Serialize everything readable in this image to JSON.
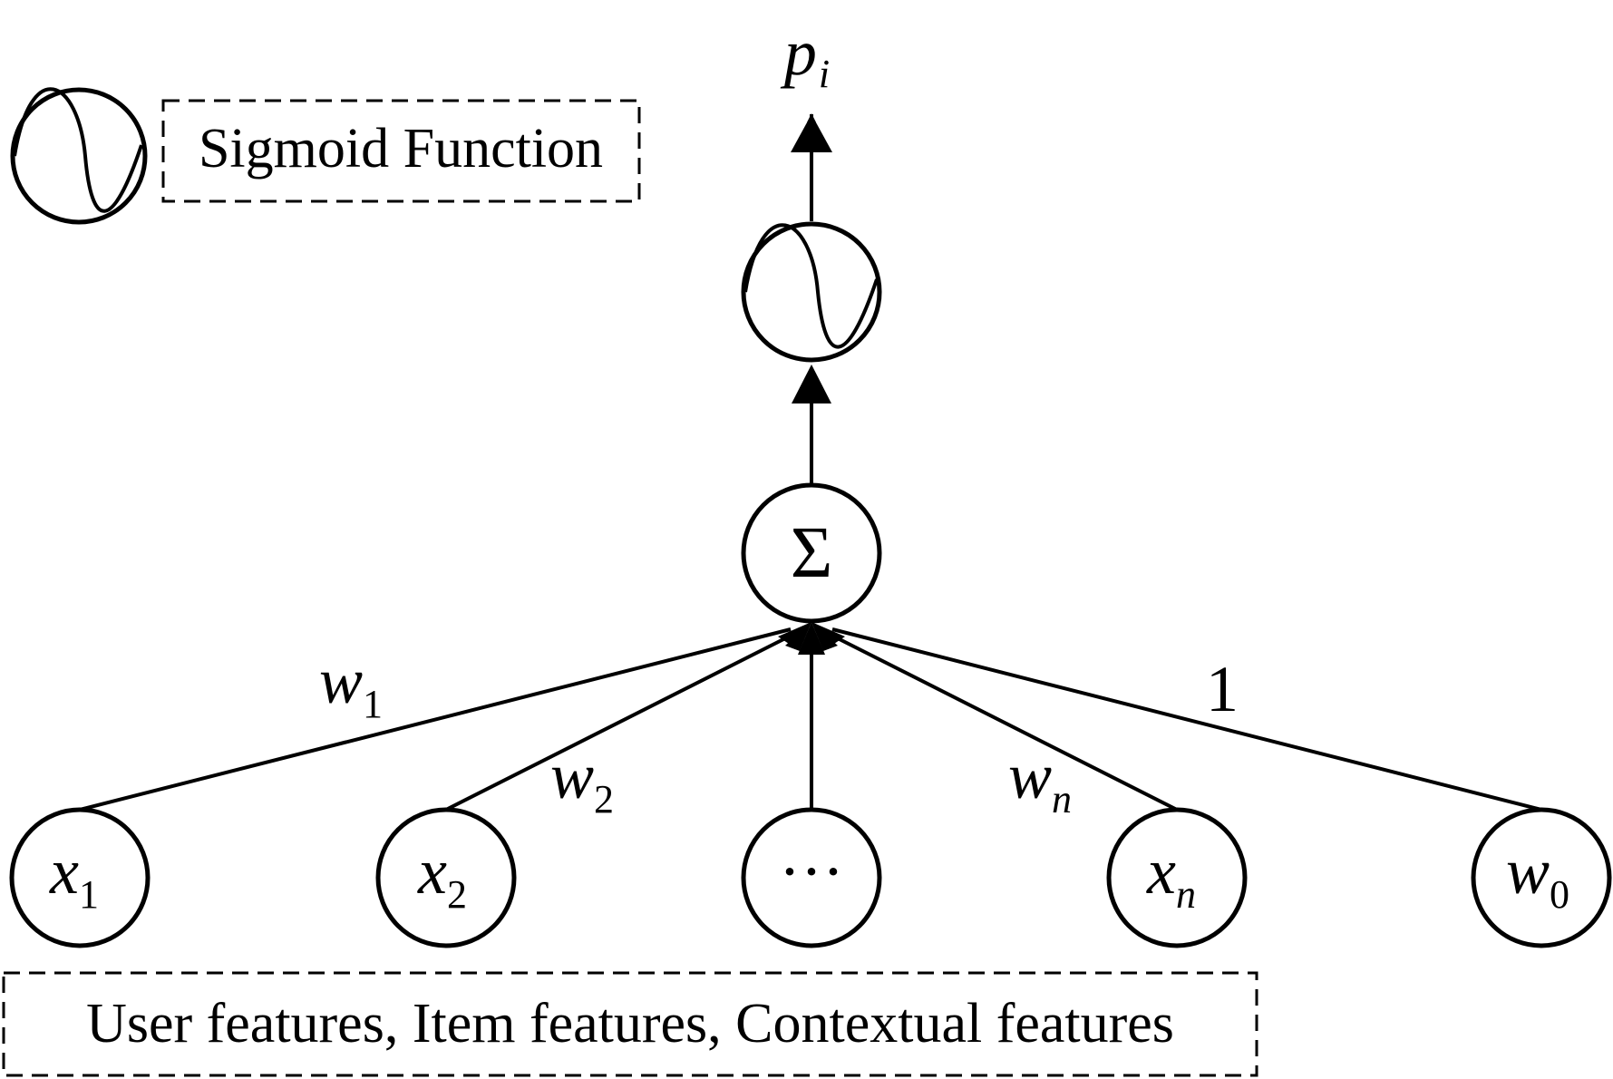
{
  "legend": {
    "label": "Sigmoid Function"
  },
  "output": {
    "base": "p",
    "sub": "i"
  },
  "sum_node": {
    "symbol": "Σ"
  },
  "inputs": [
    {
      "base": "x",
      "sub": "1"
    },
    {
      "base": "x",
      "sub": "2"
    },
    {
      "base": "···",
      "sub": ""
    },
    {
      "base": "x",
      "sub": "n"
    },
    {
      "base": "w",
      "sub": "0"
    }
  ],
  "weights": [
    {
      "base": "w",
      "sub": "1"
    },
    {
      "base": "w",
      "sub": "2"
    },
    {
      "base": "w",
      "sub": "n"
    },
    {
      "base": "1",
      "sub": ""
    }
  ],
  "features_box": {
    "label": "User features, Item features, Contextual features"
  }
}
